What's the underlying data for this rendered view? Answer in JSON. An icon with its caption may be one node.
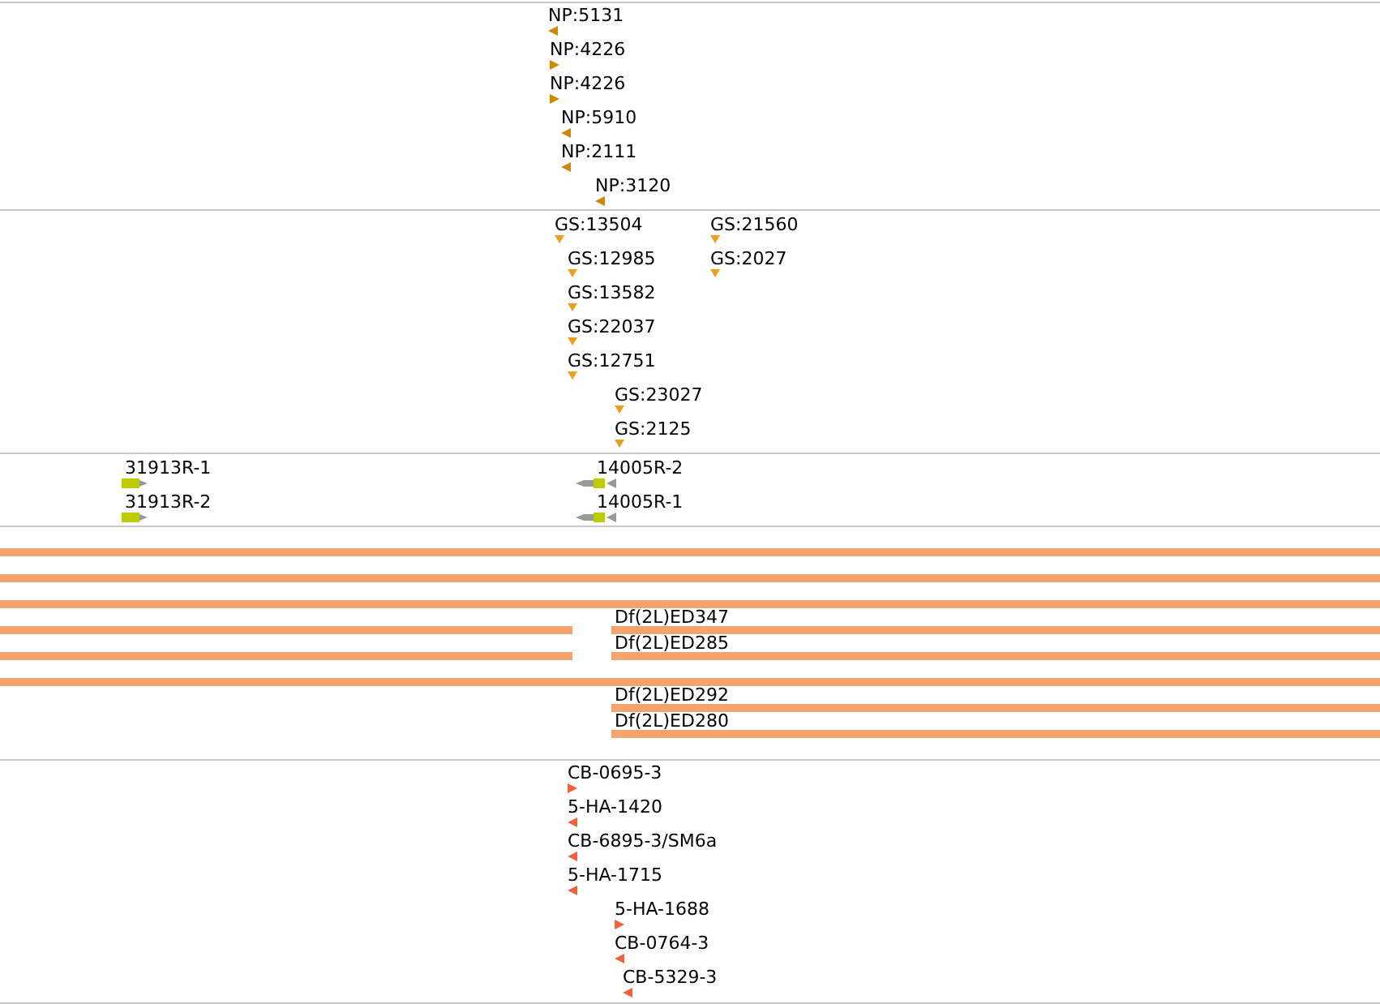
{
  "diagram": {
    "labels": [
      "NP:5131",
      "NP:4226",
      "NP:4226",
      "NP:5910",
      "NP:2111",
      "NP:3120",
      "GS:13504",
      "GS:21560",
      "GS:12985",
      "GS:2027",
      "GS:13582",
      "GS:22037",
      "GS:12751",
      "GS:23027",
      "GS:2125",
      "31913R-1",
      "14005R-2",
      "31913R-2",
      "14005R-1",
      "Df(2L)ED347",
      "Df(2L)ED285",
      "Df(2L)ED292",
      "Df(2L)ED280",
      "CB-0695-3",
      "5-HA-1420",
      "CB-6895-3/SM6a",
      "5-HA-1715",
      "5-HA-1688",
      "CB-0764-3",
      "CB-5329-3"
    ]
  }
}
